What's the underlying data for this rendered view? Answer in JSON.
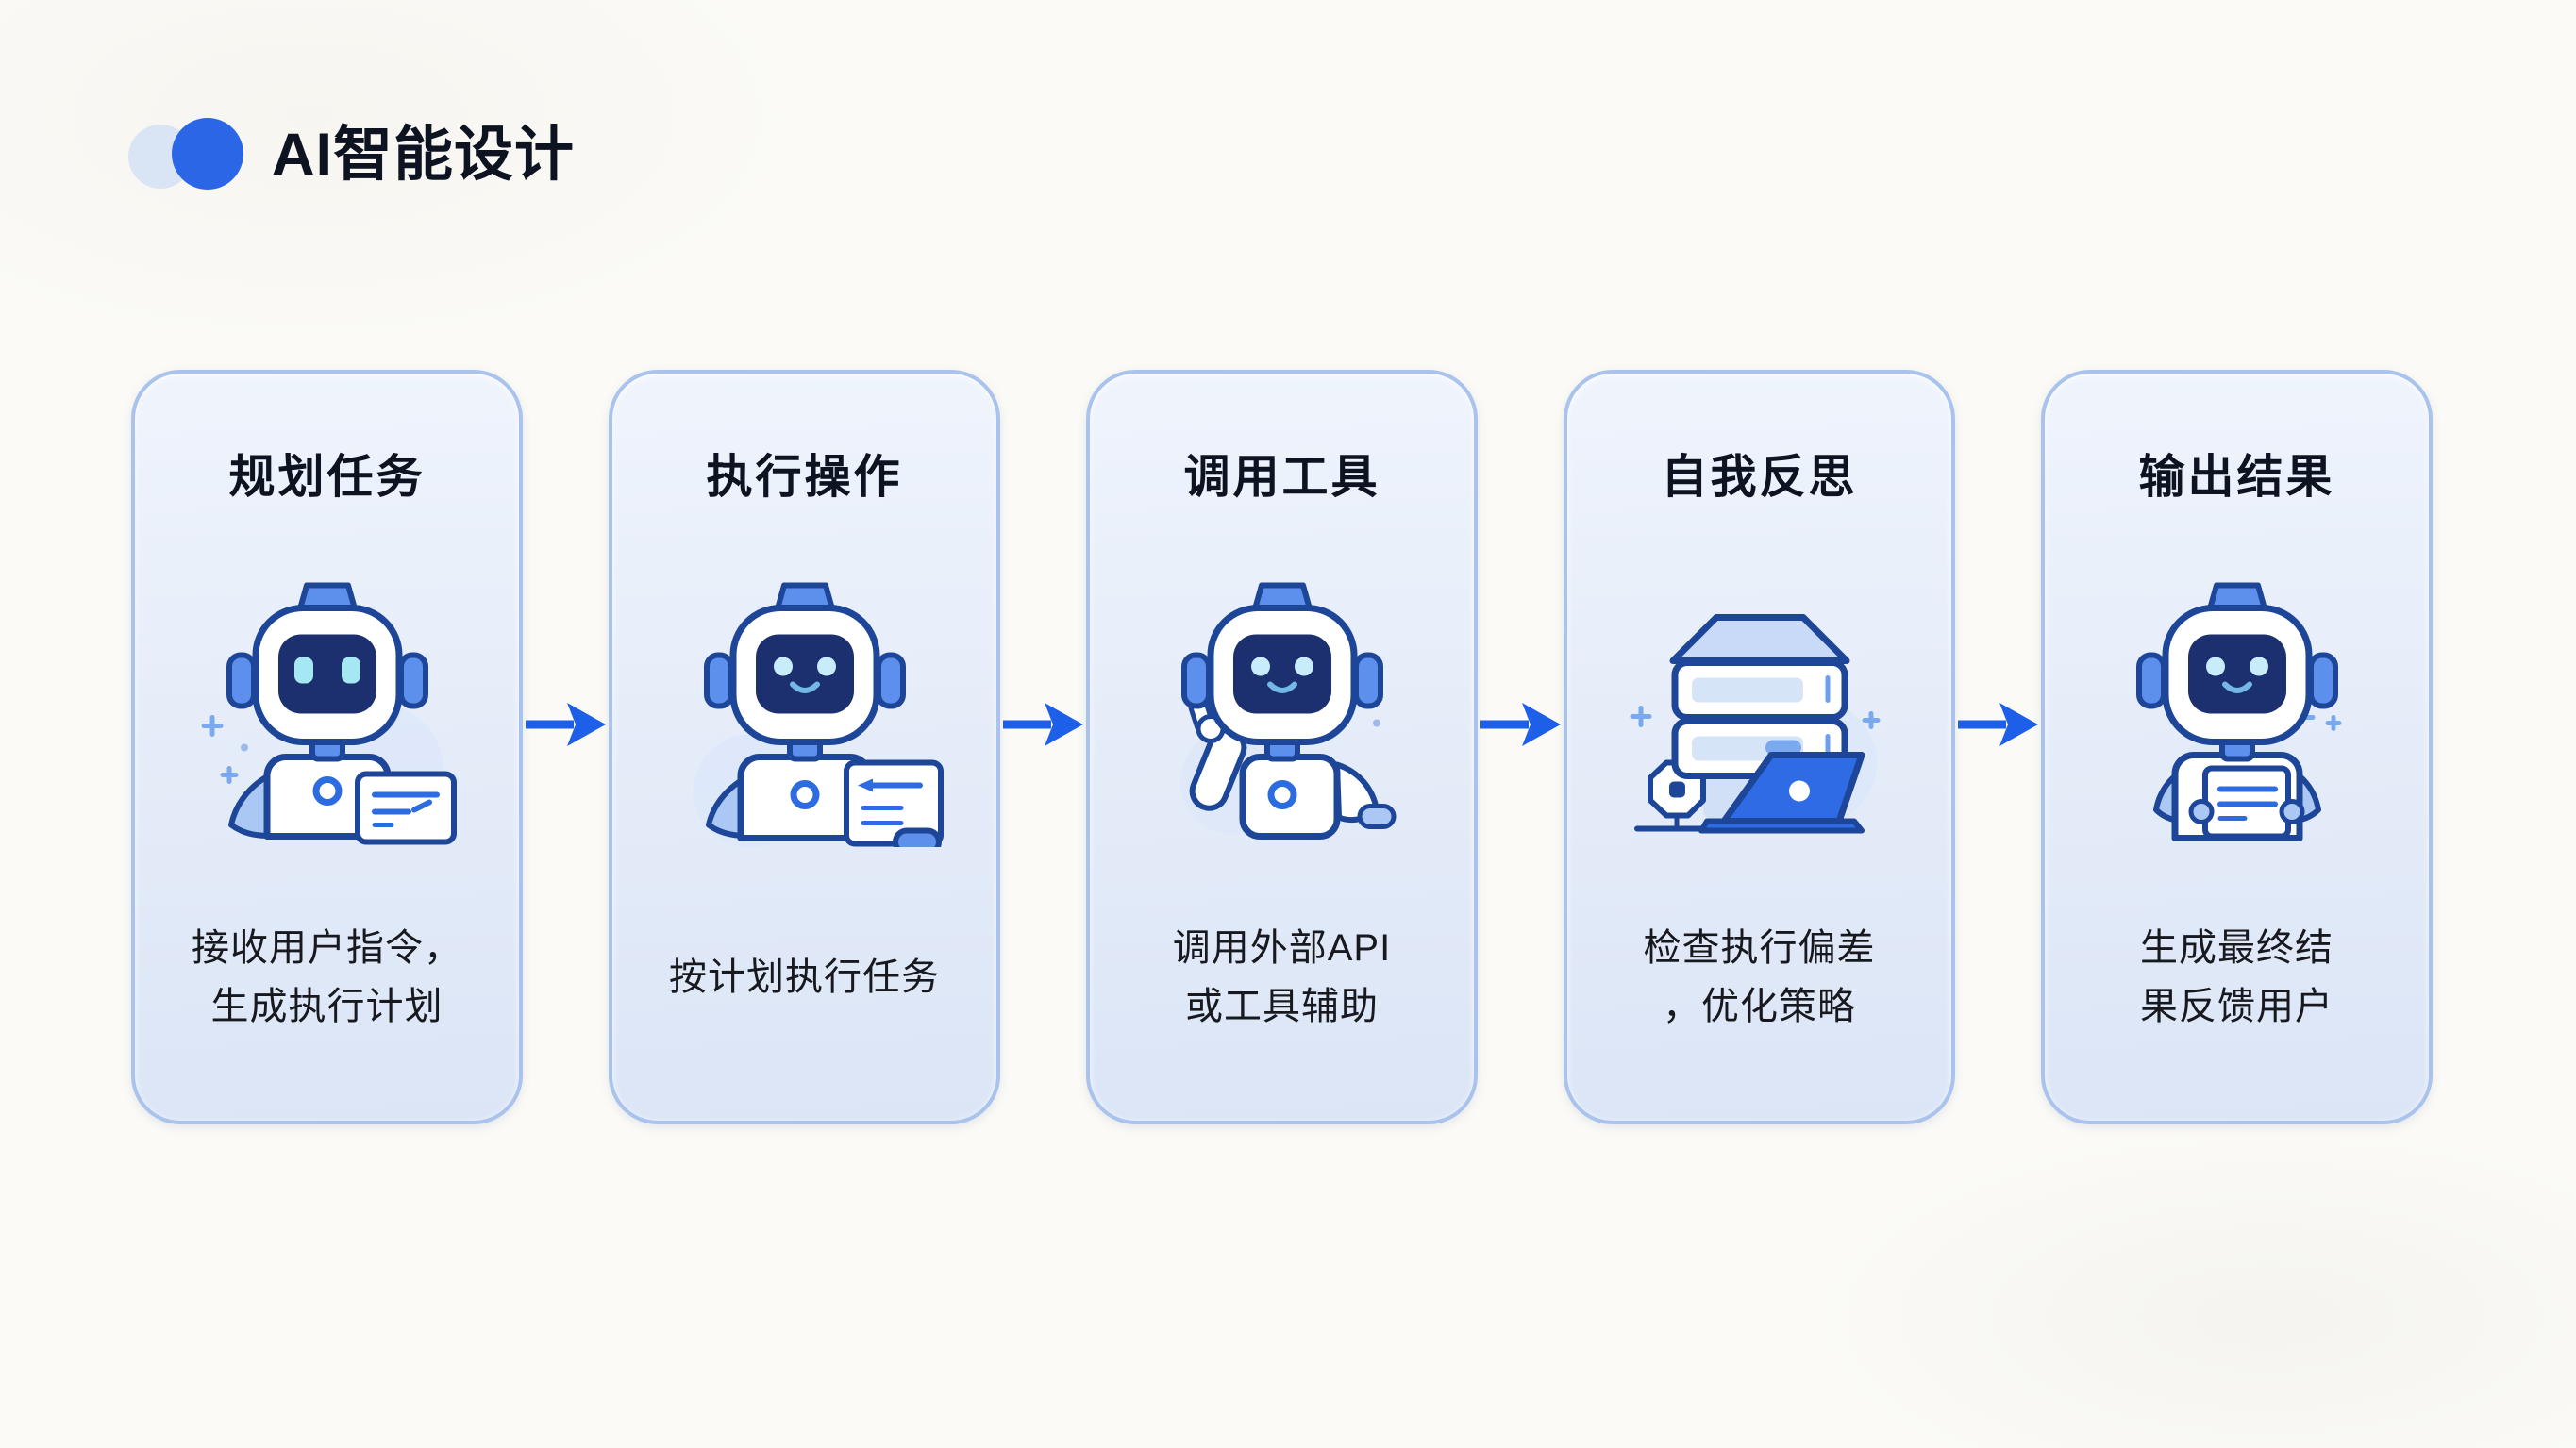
{
  "header": {
    "title": "AI智能设计",
    "logo_icon": "overlapping-circles-icon"
  },
  "flow": {
    "arrow_icon": "right-arrow-icon",
    "steps": [
      {
        "title": "规划任务",
        "icon": "robot-with-tablet-icon",
        "desc_lines": [
          "接收用户指令，",
          "生成执行计划"
        ]
      },
      {
        "title": "执行操作",
        "icon": "robot-with-clipboard-icon",
        "desc_lines": [
          "按计划执行任务"
        ]
      },
      {
        "title": "调用工具",
        "icon": "robot-pointing-icon",
        "desc_lines": [
          "调用外部API",
          "或工具辅助"
        ]
      },
      {
        "title": "自我反思",
        "icon": "server-laptop-gear-icon",
        "desc_lines": [
          "检查执行偏差",
          "，优化策略"
        ]
      },
      {
        "title": "输出结果",
        "icon": "robot-with-document-icon",
        "desc_lines": [
          "生成最终结",
          "果反馈用户"
        ]
      }
    ]
  },
  "colors": {
    "accent": "#1d5fe8",
    "outline": "#1d4699",
    "title-color": "#0d1321",
    "text-color": "#17191e",
    "card-border": "#a9c3ec",
    "card-bg-top": "#eff4fc",
    "card-bg-bottom": "#dbe5f6",
    "page-bg": "#fbfaf6",
    "logo-left": "#d9e4f5",
    "logo-right": "#2a66e6",
    "robot-face": "#1c2f6e",
    "robot-blue": "#5d8fec",
    "robot-light": "#aac8f3",
    "eye-cyan": "#a5e7f2",
    "bubble": "#dbe7fa",
    "laptop-blue": "#2e6be4",
    "doc-line": "#2d6be0"
  }
}
